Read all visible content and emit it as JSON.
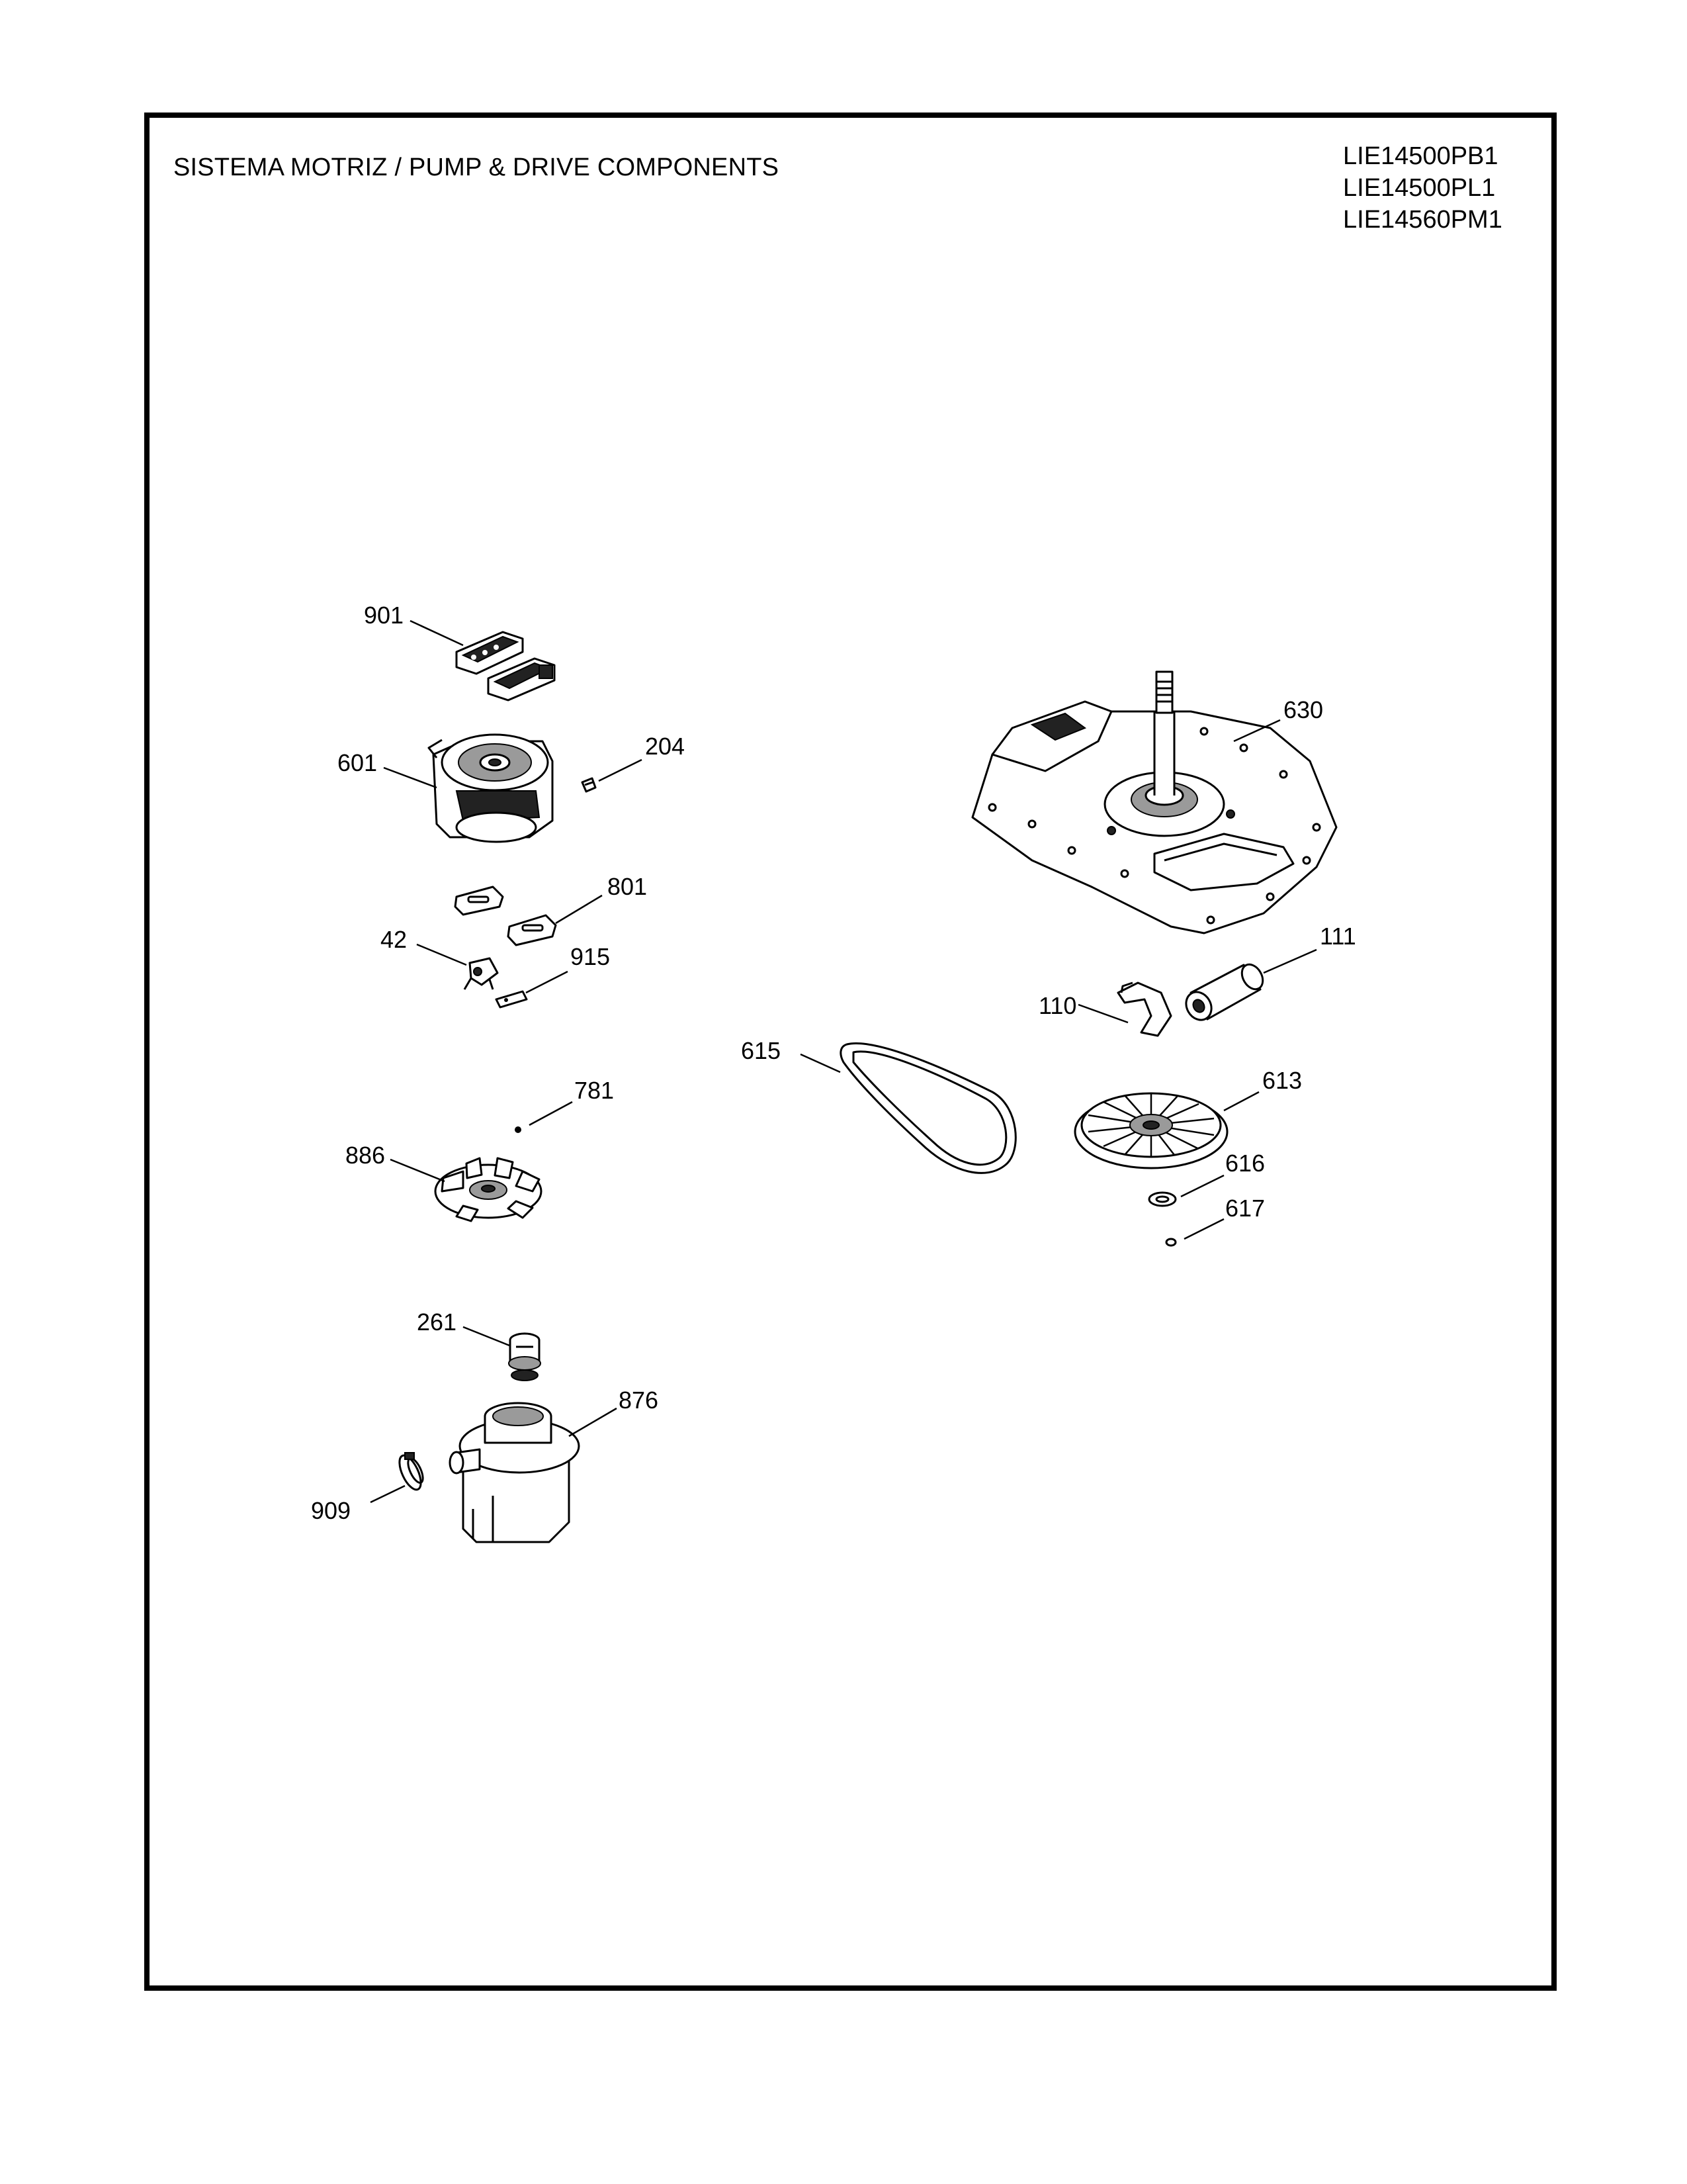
{
  "header": {
    "title": "SISTEMA MOTRIZ / PUMP  &  DRIVE COMPONENTS",
    "models": [
      "LIE14500PB1",
      "LIE14500PL1",
      "LIE14560PM1"
    ]
  },
  "callouts": {
    "p901": "901",
    "p601": "601",
    "p204": "204",
    "p801": "801",
    "p42": "42",
    "p915": "915",
    "p781": "781",
    "p886": "886",
    "p261": "261",
    "p876": "876",
    "p909": "909",
    "p630": "630",
    "p111": "111",
    "p110": "110",
    "p615": "615",
    "p613": "613",
    "p616": "616",
    "p617": "617"
  }
}
